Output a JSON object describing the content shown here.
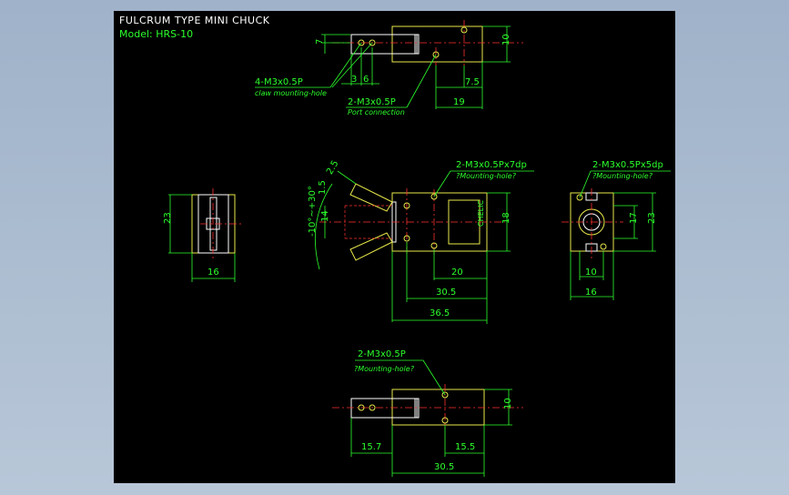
{
  "drawing": {
    "title": "FULCRUM TYPE MINI CHUCK",
    "model": "Model:  HRS-10"
  },
  "top_view": {
    "dim_7": "7",
    "dim_10": "10",
    "dim_3": "3",
    "dim_6": "6",
    "dim_7_5": "7.5",
    "dim_19": "19",
    "callout_claw_spec": "4-M3x0.5P",
    "callout_claw_desc": "claw mounting-hole",
    "callout_port_spec": "2-M3x0.5P",
    "callout_port_desc": "Port connection"
  },
  "left_view": {
    "dim_23": "23",
    "dim_16": "16"
  },
  "front_view": {
    "dim_2_5": "2.5",
    "dim_1_5": "1.5",
    "dim_14": "14",
    "dim_angle": "-10°~+30°",
    "dim_18": "18",
    "dim_20": "20",
    "dim_30_5": "30.5",
    "dim_36_5": "36.5",
    "callout_spec": "2-M3x0.5Px7dp",
    "callout_desc": "?Mounting-hole?",
    "brand": "CHELIC"
  },
  "right_view": {
    "callout_spec": "2-M3x0.5Px5dp",
    "callout_desc": "?Mounting-hole?",
    "dim_17": "17",
    "dim_23": "23",
    "dim_10": "10",
    "dim_16": "16"
  },
  "bottom_view": {
    "callout_spec": "2-M3x0.5P",
    "callout_desc": "?Mounting-hole?",
    "dim_10": "10",
    "dim_15_7": "15.7",
    "dim_15_5": "15.5",
    "dim_30_5": "30.5"
  }
}
